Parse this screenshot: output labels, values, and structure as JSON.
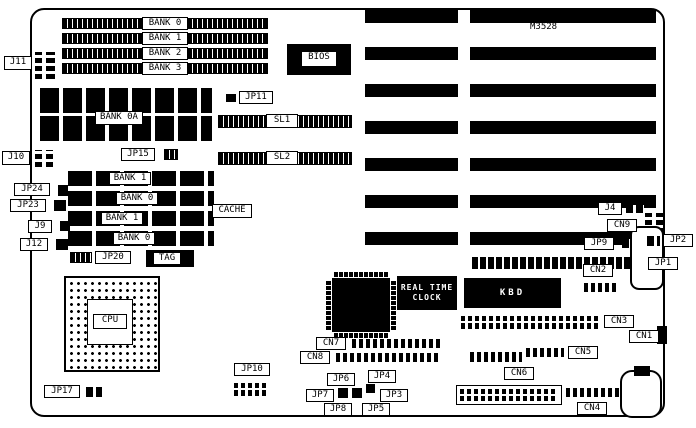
{
  "board": {
    "part_number": "M3528"
  },
  "colors": {
    "ink": "#000000",
    "paper": "#ffffff"
  },
  "memory": {
    "simm_banks": [
      "BANK 0",
      "BANK 1",
      "BANK 2",
      "BANK 3"
    ],
    "dram_bank": "BANK 0A"
  },
  "cache": {
    "rows": [
      "BANK 1",
      "BANK 0",
      "BANK 1",
      "BANK 0"
    ],
    "cache": "CACHE",
    "tag": "TAG"
  },
  "chips": {
    "bios": "BIOS",
    "cpu": "CPU",
    "rtc_line1": "REAL TIME",
    "rtc_line2": "CLOCK",
    "kbd": "KBD"
  },
  "slots": {
    "sl1": "SL1",
    "sl2": "SL2"
  },
  "connectors": {
    "j11": "J11",
    "j10": "J10",
    "j9": "J9",
    "j12": "J12",
    "j4": "J4",
    "jp24": "JP24",
    "jp23": "JP23",
    "jp20": "JP20",
    "jp15": "JP15",
    "jp11": "JP11",
    "jp17": "JP17",
    "jp10": "JP10",
    "jp9": "JP9",
    "jp2": "JP2",
    "jp1": "JP1",
    "jp6": "JP6",
    "jp4": "JP4",
    "jp7": "JP7",
    "jp3": "JP3",
    "jp8": "JP8",
    "jp5": "JP5",
    "cn1": "CN1",
    "cn2": "CN2",
    "cn3": "CN3",
    "cn4": "CN4",
    "cn5": "CN5",
    "cn6": "CN6",
    "cn7": "CN7",
    "cn8": "CN8",
    "cn9": "CN9"
  }
}
